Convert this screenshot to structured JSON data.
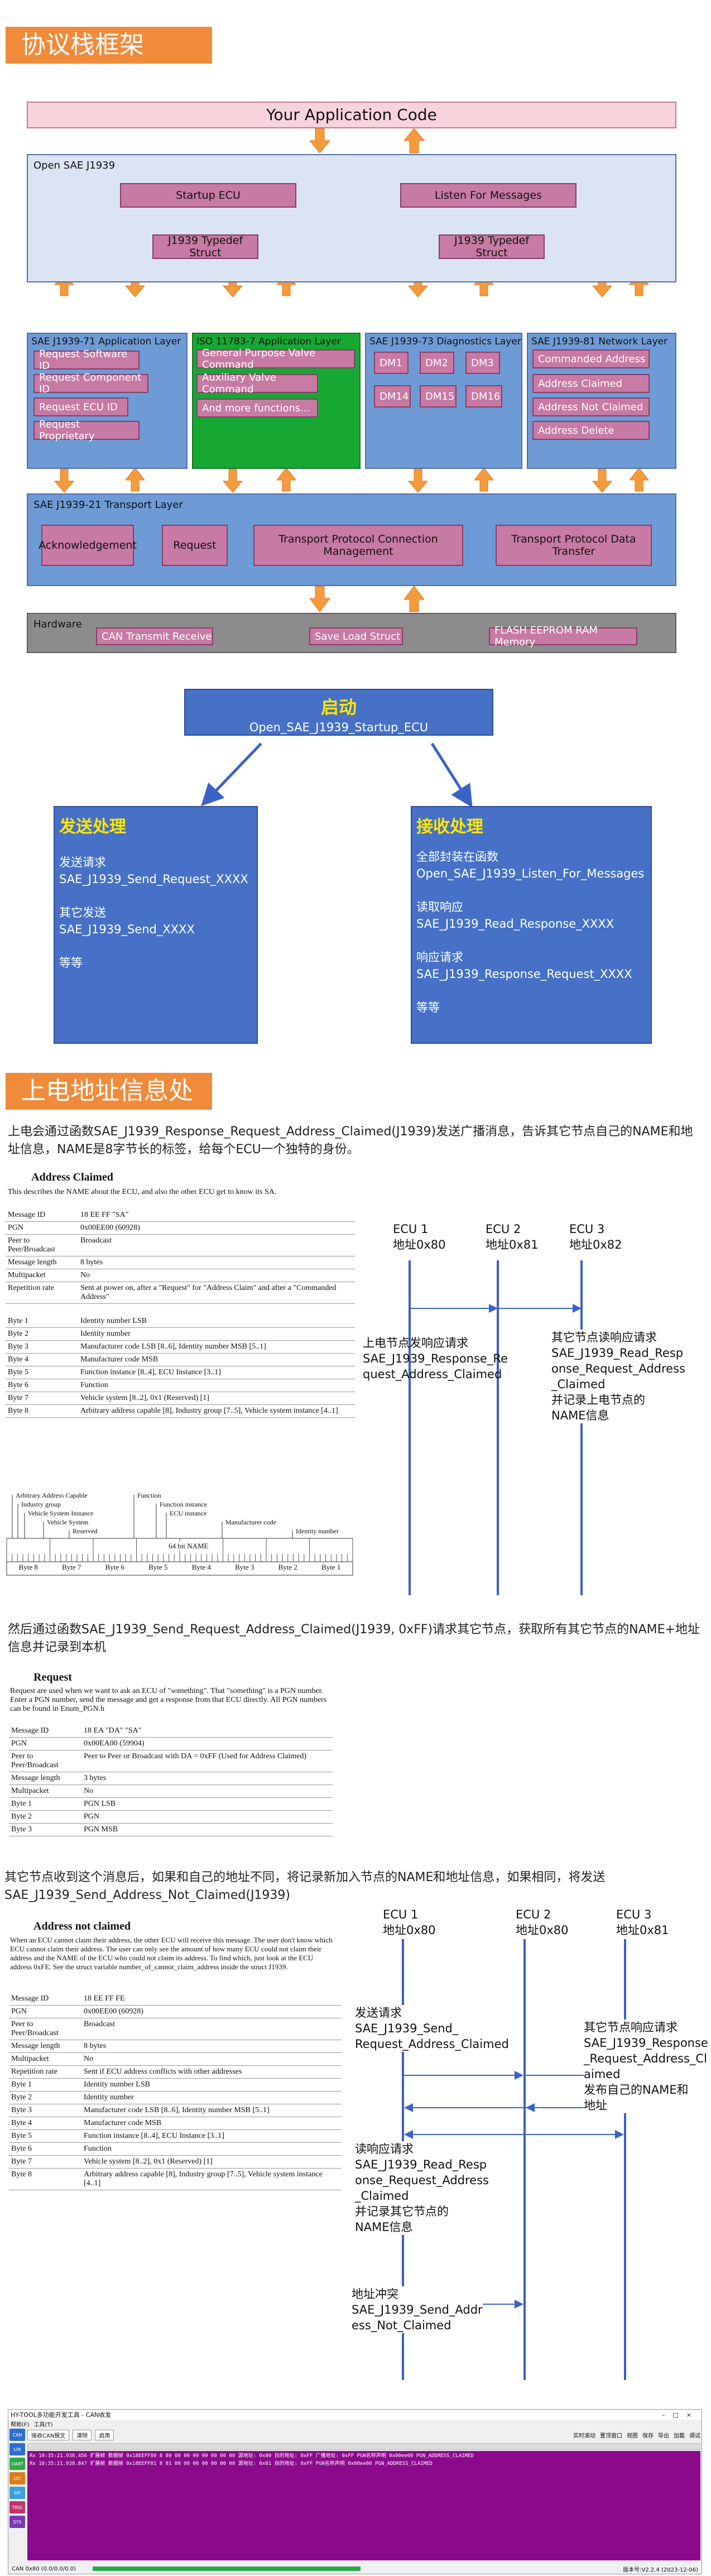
{
  "section1": {
    "title": "协议栈框架"
  },
  "arch": {
    "app": "Your Application Code",
    "open": "Open SAE J1939",
    "startup": "Startup ECU",
    "listen": "Listen For Messages",
    "typedef1": "J1939 Typedef Struct",
    "typedef2": "J1939 Typedef Struct",
    "app_layer": {
      "title": "SAE J1939-71 Application Layer",
      "items": [
        "Request Software ID",
        "Request Component ID",
        "Request ECU ID",
        "Request Proprietary"
      ]
    },
    "iso_layer": {
      "title": "ISO 11783-7 Application Layer",
      "items": [
        "General Purpose Valve Command",
        "Auxiliary Valve Command",
        "And more functions..."
      ]
    },
    "diag_layer": {
      "title": "SAE J1939-73 Diagnostics Layer",
      "items": [
        "DM1",
        "DM2",
        "DM3",
        "DM14",
        "DM15",
        "DM16"
      ]
    },
    "net_layer": {
      "title": "SAE J1939-81 Network Layer",
      "items": [
        "Commanded Address",
        "Address Claimed",
        "Address Not Claimed",
        "Address Delete"
      ]
    },
    "transport": {
      "title": "SAE J1939-21 Transport Layer",
      "items": [
        "Acknowledgement",
        "Request",
        "Transport Protocol Connection Management",
        "Transport Protocol Data Transfer"
      ]
    },
    "hardware": {
      "title": "Hardware",
      "items": [
        "CAN Transmit Receive",
        "Save Load Struct",
        "FLASH EEPROM RAM Memory"
      ]
    }
  },
  "flow": {
    "start_title": "启动",
    "start_func": "Open_SAE_J1939_Startup_ECU",
    "send_title": "发送处理",
    "send_lines": [
      "发送请求",
      "SAE_J1939_Send_Request_XXXX",
      "",
      "其它发送",
      "SAE_J1939_Send_XXXX",
      "",
      "等等"
    ],
    "recv_title": "接收处理",
    "recv_lines": [
      "全部封装在函数",
      "Open_SAE_J1939_Listen_For_Messages",
      "",
      "读取响应",
      "SAE_J1939_Read_Response_XXXX",
      "",
      "响应请求",
      "SAE_J1939_Response_Request_XXXX",
      "",
      "等等"
    ]
  },
  "section2": {
    "title": "上电地址信息处理",
    "intro": "上电会通过函数SAE_J1939_Response_Request_Address_Claimed(J1939)发送广播消息，告诉其它节点自己的NAME和地址信息，NAME是8字节长的标签，给每个ECU一个独特的身份。",
    "ac_title": "Address Claimed",
    "ac_desc": "This describes the NAME about the ECU, and also the other ECU get to know its SA.",
    "ac_rows": [
      [
        "Message ID",
        "18 EE FF \"SA\""
      ],
      [
        "PGN",
        "0x00EE00 (60928)"
      ],
      [
        "Peer to Peer/Broadcast",
        "Broadcast"
      ],
      [
        "Message length",
        "8 bytes"
      ],
      [
        "Multipacket",
        "No"
      ],
      [
        "Repetition rate",
        "Sent at power on, after a \"Request\" for \"Address Claim\" and after a \"Commanded Address\""
      ]
    ],
    "ac_bytes": [
      [
        "Byte 1",
        "Identity number LSB"
      ],
      [
        "Byte 2",
        "Identity number"
      ],
      [
        "Byte 3",
        "Manufacturer code LSB [8..6], Identity number MSB [5..1]"
      ],
      [
        "Byte 4",
        "Manufacturer code MSB"
      ],
      [
        "Byte 5",
        "Function instance [8..4], ECU Instance [3..1]"
      ],
      [
        "Byte 6",
        "Function"
      ],
      [
        "Byte 7",
        "Vehicle system [8..2], 0x1 (Reserved) [1]"
      ],
      [
        "Byte 8",
        "Arbitrary address capable [8], Industry group [7..5], Vehicle system instance [4..1]"
      ]
    ],
    "name_labels": [
      "Arbitrary Address Capable",
      "Industry group",
      "Vehicle System Instance",
      "Vehicle System",
      "Reserved",
      "Function",
      "Function instance",
      "ECU instance",
      "Manufacturer code",
      "Identity number"
    ],
    "name_bar": "64 bit NAME",
    "name_bytes": [
      "Byte 8",
      "Byte 7",
      "Byte 6",
      "Byte 5",
      "Byte 4",
      "Byte 3",
      "Byte 2",
      "Byte 1"
    ],
    "seq1": {
      "ecus": [
        "ECU 1\n地址0x80",
        "ECU 2\n地址0x81",
        "ECU 3\n地址0x82"
      ],
      "left": "上电节点发响应请求\nSAE_J1939_Response_Re\nquest_Address_Claimed",
      "right": "其它节点读响应请求\nSAE_J1939_Read_Resp\nonse_Request_Address\n_Claimed\n并记录上电节点的\nNAME信息"
    },
    "mid": "然后通过函数SAE_J1939_Send_Request_Address_Claimed(J1939, 0xFF)请求其它节点，获取所有其它节点的NAME+地址信息并记录到本机",
    "req_title": "Request",
    "req_desc": "Request are used when we want to ask an ECU of \"something\". That \"something\" is a PGN number. Enter a PGN number, send the message and get a response from that ECU directly. All PGN numbers can be found in Enum_PGN.h",
    "req_rows": [
      [
        "Message ID",
        "18 EA \"DA\" \"SA\""
      ],
      [
        "PGN",
        "0x00EA00 (59904)"
      ],
      [
        "Peer to Peer/Broadcast",
        "Peer to Peer or Broadcast with DA = 0xFF (Used for Address Claimed)"
      ],
      [
        "Message length",
        "3 bytes"
      ],
      [
        "Multipacket",
        "No"
      ],
      [
        "Byte 1",
        "PGN LSB"
      ],
      [
        "Byte 2",
        "PGN"
      ],
      [
        "Byte 3",
        "PGN MSB"
      ]
    ],
    "third": "其它节点收到这个消息后，如果和自己的地址不同，将记录新加入节点的NAME和地址信息，如果相同，将发送SAE_J1939_Send_Address_Not_Claimed(J1939)",
    "anc_title": "Address not claimed",
    "anc_desc": "When an ECU cannot claim their address, the other ECU will receive this message. The user don't know which ECU cannot claim their address. The user can only see the amount of how many ECU could not claim their address and the NAME of the ECU who could not claim its address. To find which, just look at the ECU address 0xFE. See the struct variable number_of_cannot_claim_address inside the struct J1939.",
    "anc_rows": [
      [
        "Message ID",
        "18 EE FF FE"
      ],
      [
        "PGN",
        "0x00EE00 (60928)"
      ],
      [
        "Peer to Peer/Broadcast",
        "Broadcast"
      ],
      [
        "Message length",
        "8 bytes"
      ],
      [
        "Multipacket",
        "No"
      ],
      [
        "Repetition rate",
        "Sent if ECU address conflicts with other addresses"
      ],
      [
        "Byte 1",
        "Identity number LSB"
      ],
      [
        "Byte 2",
        "Identity number"
      ],
      [
        "Byte 3",
        "Manufacturer code LSB [8..6], Identity number MSB [5..1]"
      ],
      [
        "Byte 4",
        "Manufacturer code MSB"
      ],
      [
        "Byte 5",
        "Function instance [8..4], ECU Instance [3..1]"
      ],
      [
        "Byte 6",
        "Function"
      ],
      [
        "Byte 7",
        "Vehicle system [8..2], 0x1 (Reserved) [1]"
      ],
      [
        "Byte 8",
        "Arbitrary address capable [8], Industry group [7..5], Vehicle system instance [4..1]"
      ]
    ],
    "seq2": {
      "ecus": [
        "ECU 1\n地址0x80",
        "ECU 2\n地址0x80",
        "ECU 3\n地址0x81"
      ],
      "n1": "发送请求\nSAE_J1939_Send_\nRequest_Address_Claimed",
      "n2": "其它节点响应请求\nSAE_J1939_Response\n_Request_Address_Cl\naimed\n发布自己的NAME和\n地址",
      "n3": "读响应请求\nSAE_J1939_Read_Resp\nonse_Request_Address\n_Claimed\n并记录其它节点的\nNAME信息",
      "n4": "地址冲突\nSAE_J1939_Send_Addr\ness_Not_Claimed"
    }
  },
  "app_shot": {
    "title": "HY-TOOL多功能开发工具 - CAN收发",
    "menu": [
      "帮助(F)",
      "工具(T)"
    ],
    "side": [
      "CAN",
      "LIN",
      "UART",
      "I2C",
      "SPI",
      "TRIG",
      "SYS"
    ],
    "toolbar": [
      "接收CAN报文",
      "清除",
      "启用"
    ],
    "right_tools": [
      "实时滚动",
      "置顶窗口",
      "视图",
      "保存",
      "导出",
      "加载",
      "调试"
    ],
    "rows": [
      "Rx  10:35:21.938.456  扩展帧  数据帧  0x18EEFF80  8  80 00 00 00 00 00 00 00  源地址: 0x80 目的地址: 0xFF 广播地址: 0xFF PGN名称声明  0x00ee00  PGN_ADDRESS_CLAIMED",
      "Rx  10:35:21.938.847  扩展帧  数据帧  0x18EEFF81  8  81 00 00 00 00 00 00 00  源地址: 0x81 目的地址: 0xFF PGN名称声明  0x00ee00  PGN_ADDRESS_CLAIMED"
    ],
    "status": "版本号:V2.2.4 (2023-12-06)",
    "status_left": "CAN 0x80 (0.0/0.0/0.0)"
  }
}
